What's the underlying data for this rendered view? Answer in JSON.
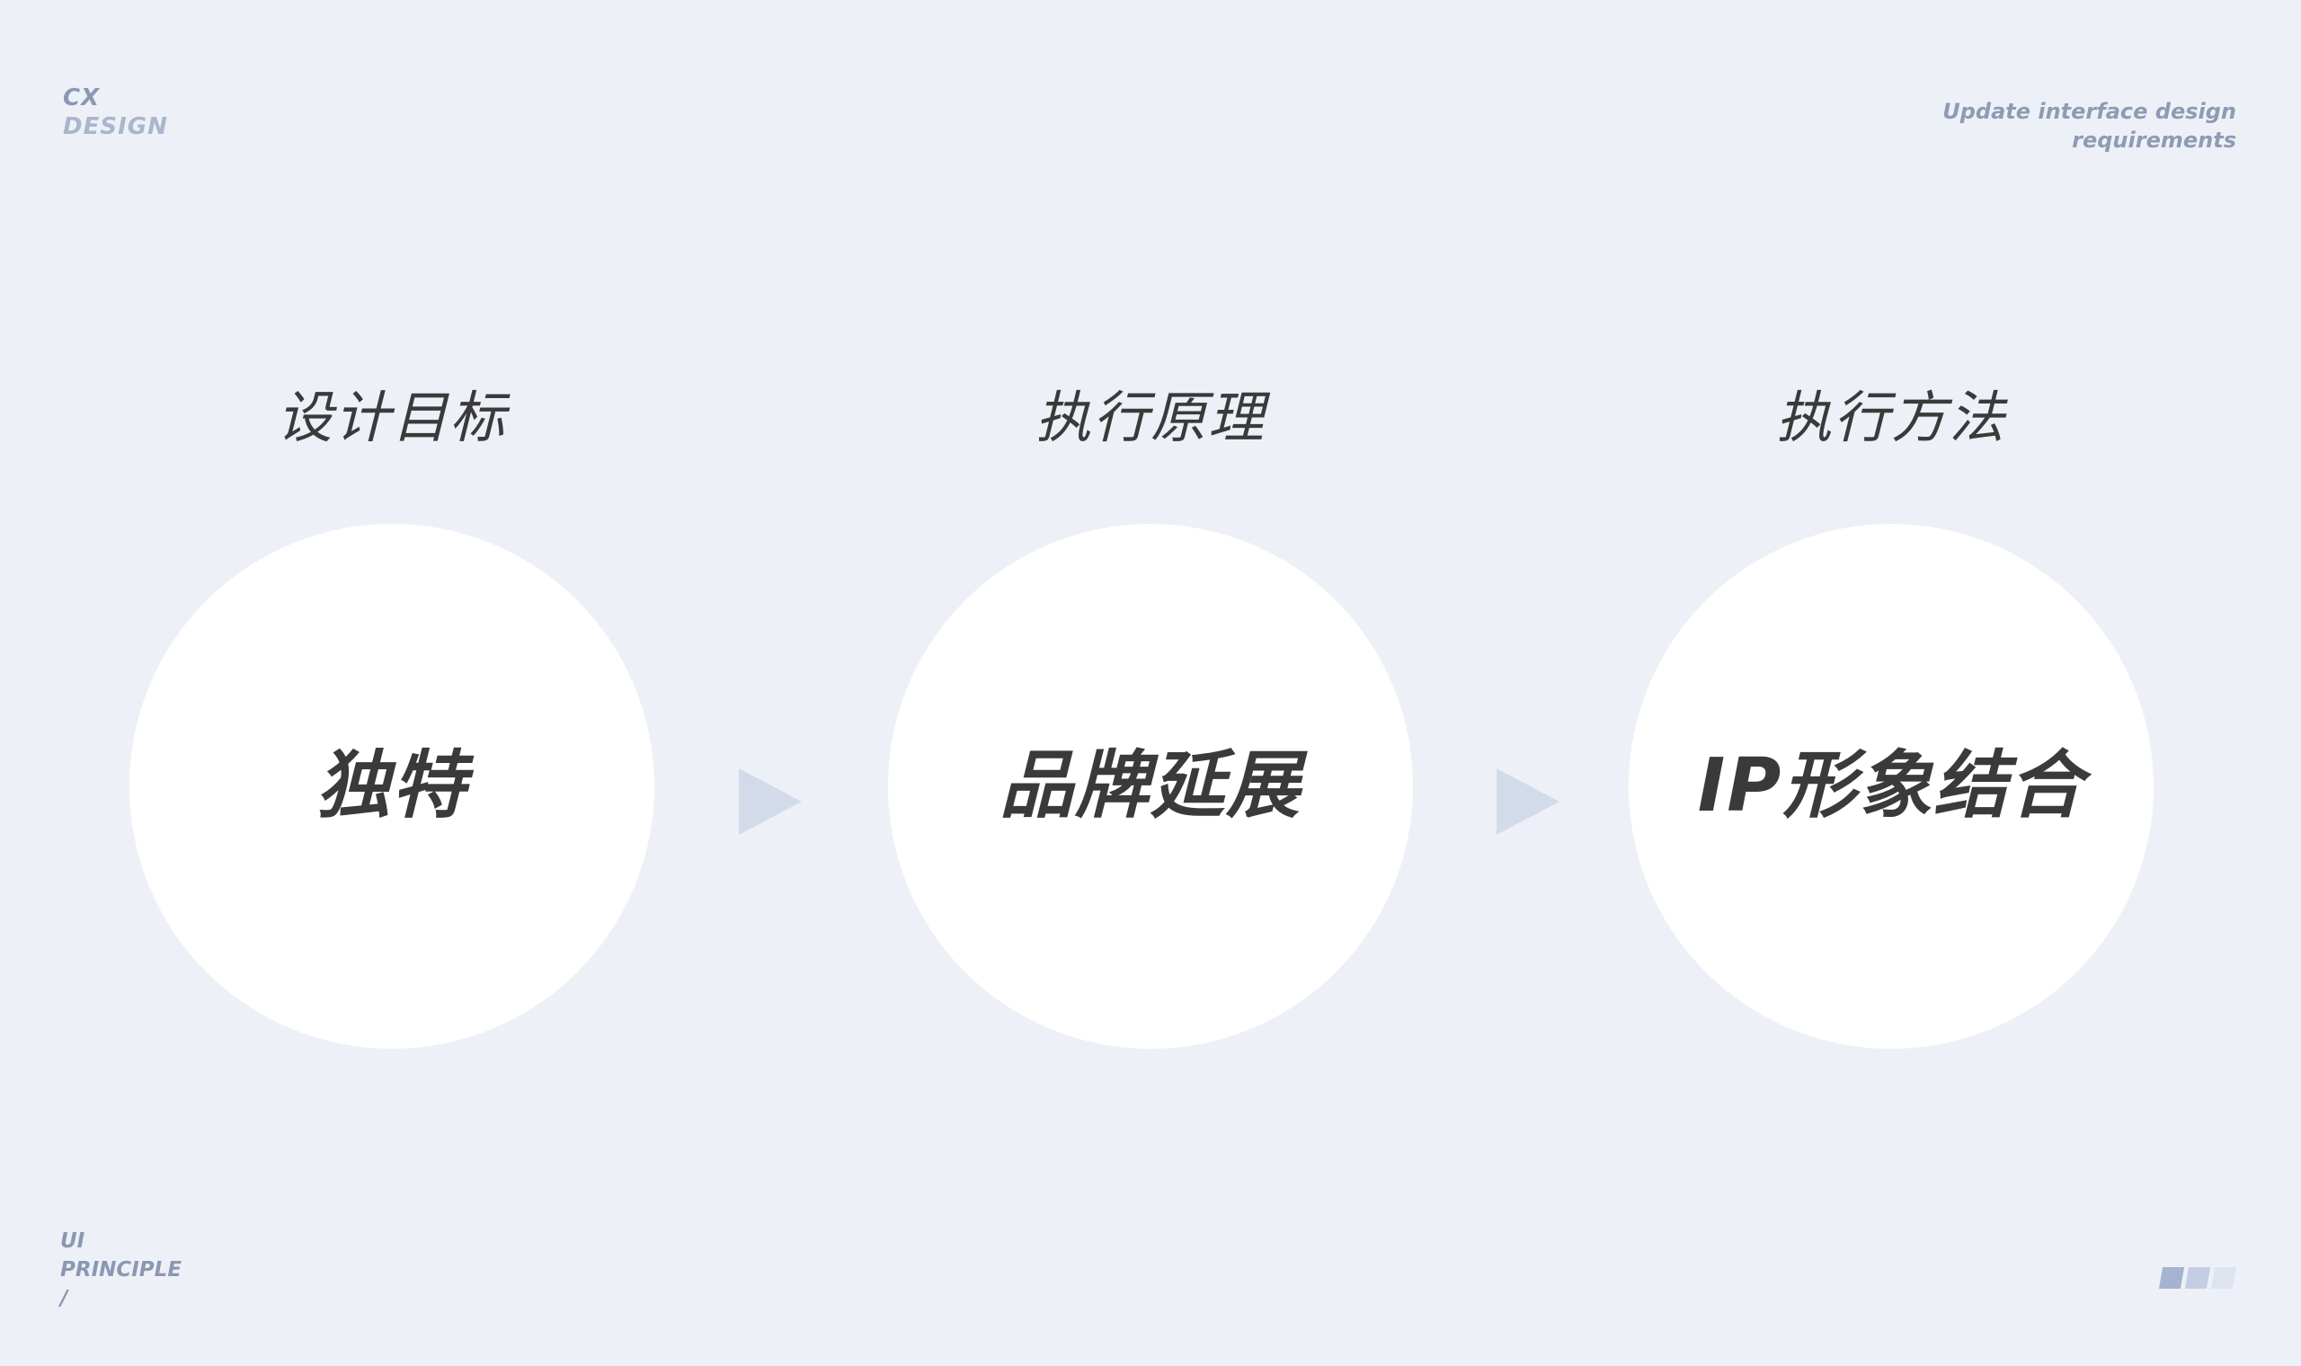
{
  "brand": {
    "line1": "CX",
    "line2": "DESIGN"
  },
  "note": {
    "line1": "Update interface design",
    "line2": "requirements"
  },
  "tag": {
    "line1": "UI",
    "line2": "PRINCIPLE",
    "line3": "/"
  },
  "steps": [
    {
      "title": "设计目标",
      "content": "独特"
    },
    {
      "title": "执行原理",
      "content": "品牌延展"
    },
    {
      "title": "执行方法",
      "content": "IP形象结合"
    }
  ],
  "icons": {
    "arrow": "triangle-right-icon"
  },
  "colors": {
    "background": "#edf1f7",
    "circle": "#ffffff",
    "text": "#3a3a3a",
    "muted": "#8b98b3",
    "arrow": "#d3dbeb",
    "pager_1": "#a4b3d0",
    "pager_2": "#c3cee2",
    "pager_3": "#dde4ef"
  }
}
